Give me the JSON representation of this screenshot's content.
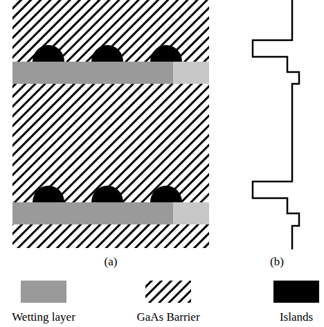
{
  "diagram": {
    "labels": [
      "(a)",
      "(b)"
    ],
    "legend": [
      {
        "text": "Wetting layer",
        "color": "#9a9a9a"
      },
      {
        "text": "GaAs Barrier"
      },
      {
        "text": "Islands",
        "color": "#000000"
      }
    ]
  }
}
